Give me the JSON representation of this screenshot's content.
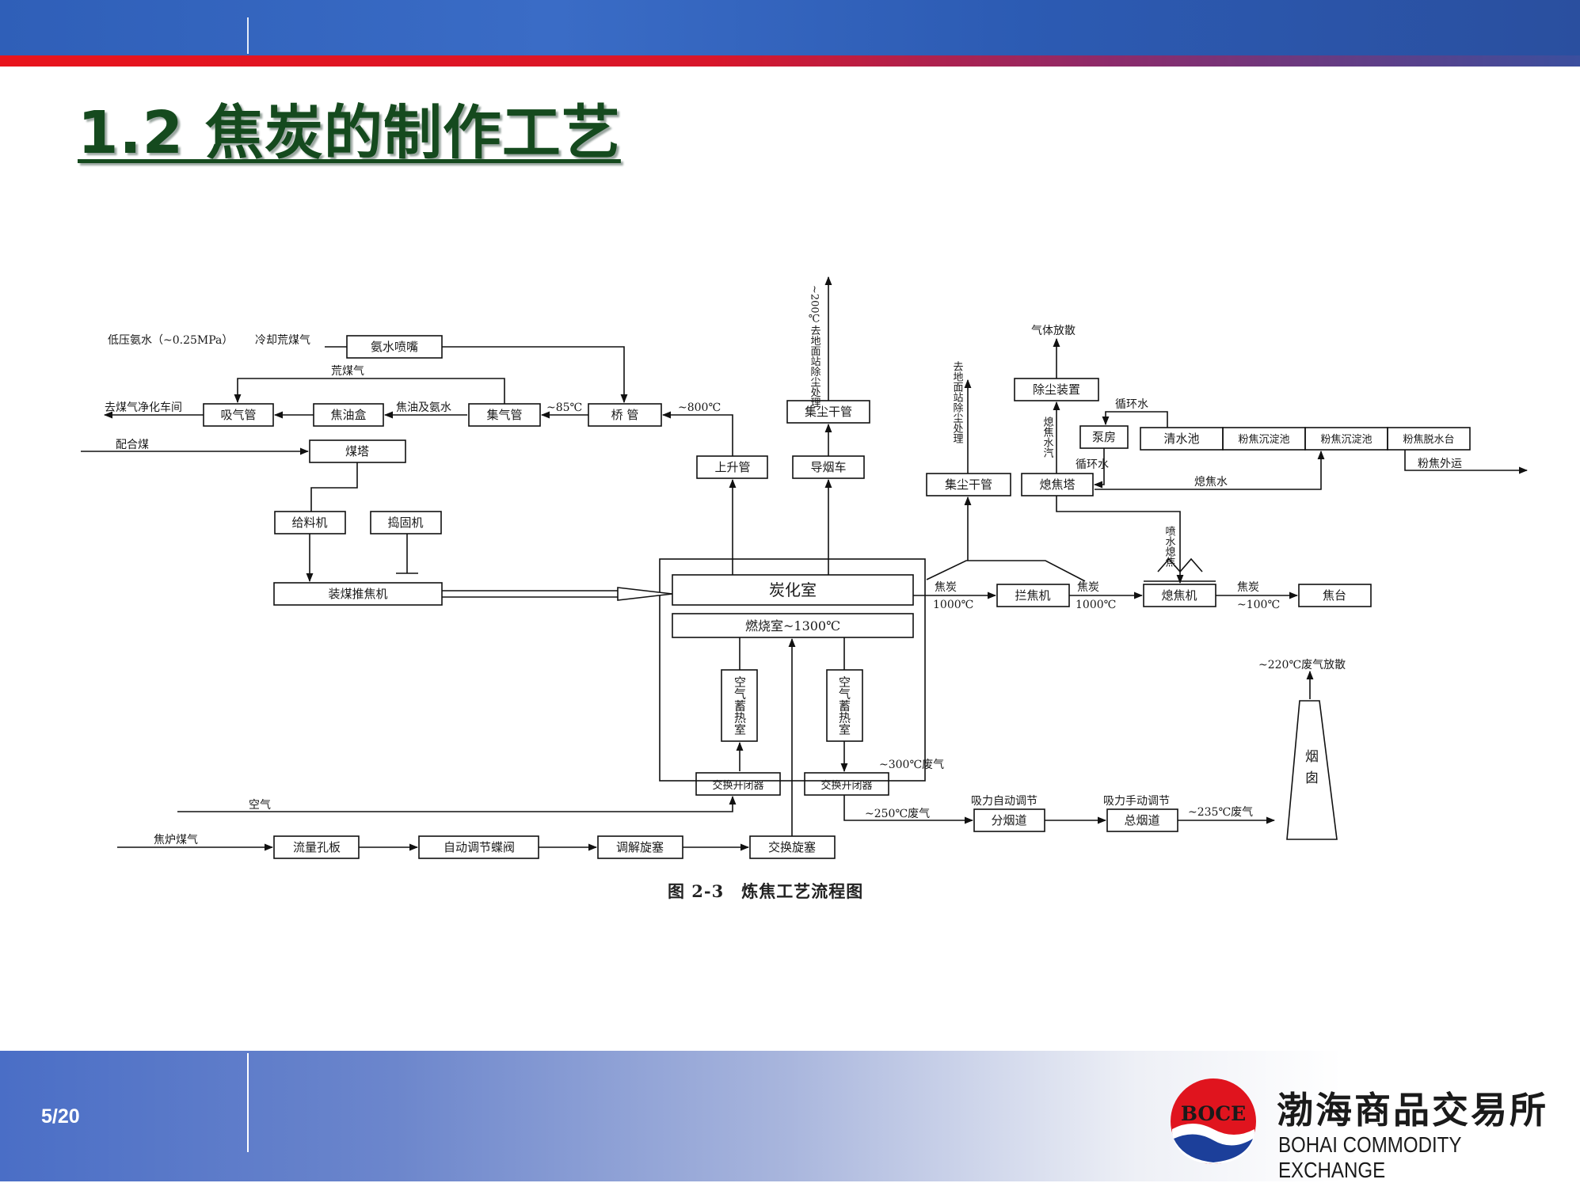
{
  "slide": {
    "title": "1.2 焦炭的制作工艺",
    "page_number": "5/20",
    "figure_caption": "图 2-3　炼焦工艺流程图"
  },
  "company": {
    "logo_text": "BOCE",
    "name_cn": "渤海商品交易所",
    "name_en": "BOHAI COMMODITY EXCHANGE"
  },
  "colors": {
    "header_blue": "#2f5fb8",
    "header_red": "#e8141c",
    "title_green": "#154a1e",
    "logo_red": "#e0141e"
  },
  "diagram": {
    "nodes": {
      "ammonia_spray": "氨水喷嘴",
      "suction_pipe": "吸气管",
      "tar_box": "焦油盒",
      "gas_collector": "集气管",
      "bridge_pipe": "桥 管",
      "coal_tower": "煤塔",
      "feeder": "给料机",
      "tamper": "捣固机",
      "charger_pusher": "装煤推焦机",
      "riser": "上升管",
      "dust_main_1": "集尘干管",
      "guide_car": "导烟车",
      "carbonization_chamber": "炭化室",
      "combustion_chamber": "燃烧室~1300℃",
      "regenerator_left": "空气蓄热室",
      "regenerator_right": "空气蓄热室",
      "reverser_left": "交换开闭器",
      "reverser_right": "交换开闭器",
      "flow_orifice": "流量孔板",
      "auto_valve": "自动调节蝶阀",
      "regulating_cock": "调解旋塞",
      "exchange_cock": "交换旋塞",
      "branch_flue": "分烟道",
      "main_flue": "总烟道",
      "chimney": "烟囱",
      "dust_main_2": "集尘干管",
      "quench_tower": "熄焦塔",
      "dust_removal": "除尘装置",
      "pump_house": "泵房",
      "clear_pool": "清水池",
      "settling_1": "粉焦沉淀池",
      "settling_2": "粉焦沉淀池",
      "dewater_table": "粉焦脱水台",
      "coke_guide": "拦焦机",
      "quench_car": "熄焦机",
      "coke_wharf": "焦台"
    },
    "labels": {
      "low_pressure_ammonia": "低压氨水（~0.25MPa）",
      "cooled_gas": "冷却荒煤气",
      "raw_gas": "荒煤气",
      "to_purification": "去煤气净化车间",
      "tar_ammonia": "焦油及氨水",
      "t85": "~85℃",
      "t800": "~800℃",
      "blend_coal": "配合煤",
      "dust_to_ground_1": "~200℃去地面站除尘处理",
      "dust_to_ground_2": "去地面站除尘处理",
      "gas_release": "气体放散",
      "quench_steam": "熄焦水汽",
      "circ_water_1": "循环水",
      "circ_water_2": "循环水",
      "quench_water": "熄焦水",
      "fines_out": "粉焦外运",
      "spray_quench": "喷水熄焦",
      "coke_1": "焦炭",
      "temp_1": "1000℃",
      "coke_2": "焦炭",
      "temp_2": "1000℃",
      "coke_3": "焦炭",
      "temp_3": "~100℃",
      "flue_220": "~220℃废气放散",
      "flue_300": "~300℃废气",
      "air": "空气",
      "coke_oven_gas": "焦炉煤气",
      "flue_250": "~250℃废气",
      "suction_auto": "吸力自动调节",
      "suction_manual": "吸力手动调节",
      "flue_235": "~235℃废气"
    }
  }
}
